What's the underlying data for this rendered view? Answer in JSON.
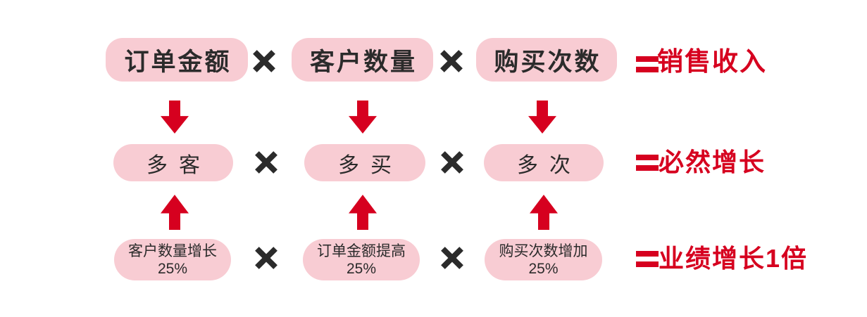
{
  "diagram": {
    "rows": [
      {
        "factors": [
          "订单金额",
          "客户数量",
          "购买次数"
        ],
        "operator": "×",
        "equals": "=",
        "result": "销售收入"
      },
      {
        "factors": [
          "多客",
          "多买",
          "多次"
        ],
        "operator": "×",
        "equals": "=",
        "result": "必然增长"
      },
      {
        "factors": [
          {
            "line1": "客户数量增长",
            "line2": "25%"
          },
          {
            "line1": "订单金额提高",
            "line2": "25%"
          },
          {
            "line1": "购买次数增加",
            "line2": "25%"
          }
        ],
        "operator": "×",
        "equals": "=",
        "result": "业绩增长1倍"
      }
    ],
    "arrows": {
      "between_row1_and_row2": "down",
      "between_row3_and_row2": "up",
      "count_down": 3,
      "count_up": 3
    },
    "colors": {
      "pill_pink": "#f8ccd3",
      "accent_red": "#d6001f",
      "text_dark": "#2b2b2b",
      "background": "#ffffff"
    }
  }
}
